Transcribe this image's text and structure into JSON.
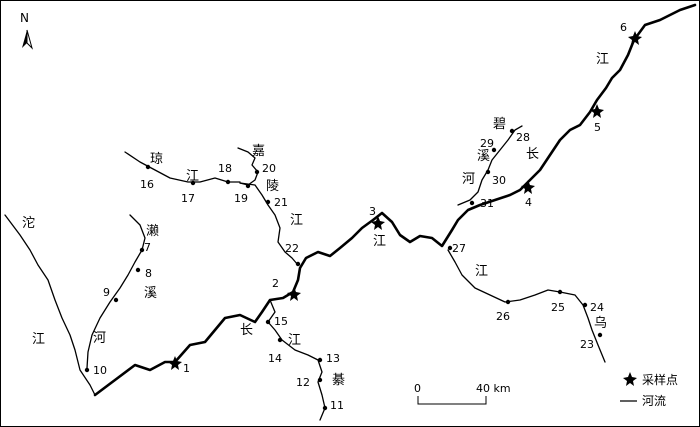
{
  "north_label": "N",
  "sampling_sites": [
    {
      "id": "1"
    },
    {
      "id": "2"
    },
    {
      "id": "3"
    },
    {
      "id": "4"
    },
    {
      "id": "5"
    },
    {
      "id": "6"
    },
    {
      "id": "7"
    },
    {
      "id": "8"
    },
    {
      "id": "9"
    },
    {
      "id": "10"
    },
    {
      "id": "11"
    },
    {
      "id": "12"
    },
    {
      "id": "13"
    },
    {
      "id": "14"
    },
    {
      "id": "15"
    },
    {
      "id": "16"
    },
    {
      "id": "17"
    },
    {
      "id": "18"
    },
    {
      "id": "19"
    },
    {
      "id": "20"
    },
    {
      "id": "21"
    },
    {
      "id": "22"
    },
    {
      "id": "23"
    },
    {
      "id": "24"
    },
    {
      "id": "25"
    },
    {
      "id": "26"
    },
    {
      "id": "27"
    },
    {
      "id": "28"
    },
    {
      "id": "29"
    },
    {
      "id": "30"
    },
    {
      "id": "31"
    }
  ],
  "river_characters": [
    "沱",
    "江",
    "濑",
    "溪",
    "河",
    "琼",
    "江",
    "嘉",
    "陵",
    "江",
    "长",
    "江",
    "綦",
    "江",
    "江",
    "江",
    "碧",
    "溪",
    "河",
    "长",
    "乌",
    "江"
  ],
  "scale": {
    "start": "0",
    "end": "40 km"
  },
  "legend": {
    "site_label": "采样点",
    "river_label": "河流"
  }
}
